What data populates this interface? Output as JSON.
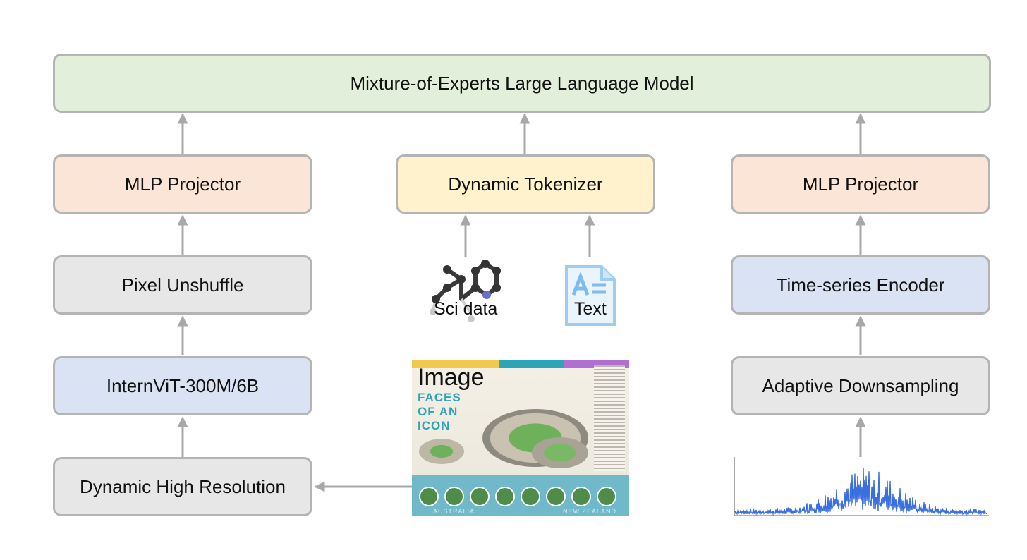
{
  "boxes": {
    "llm": "Mixture-of-Experts Large Language Model",
    "mlp_left": "MLP Projector",
    "tokenizer": "Dynamic Tokenizer",
    "mlp_right": "MLP Projector",
    "pixel_unshuffle": "Pixel Unshuffle",
    "ts_encoder": "Time-series Encoder",
    "internvit": "InternViT-300M/6B",
    "adaptive_downsampling": "Adaptive Downsampling",
    "dynamic_high_res": "Dynamic High Resolution"
  },
  "inputs": {
    "sci_data": "Sci data",
    "text": "Text",
    "image": "Image"
  },
  "thumbnail_text": {
    "headline": "FACES OF AN ICON",
    "country_left": "AUSTRALIA",
    "country_right": "NEW ZEALAND"
  },
  "colors": {
    "llm": "#e2efda",
    "projector": "#fbe5d6",
    "tokenizer": "#fff2cc",
    "neutral": "#e7e7e7",
    "encoder": "#dae3f3",
    "border": "#b4b4b4",
    "signal": "#3a6fe0"
  }
}
